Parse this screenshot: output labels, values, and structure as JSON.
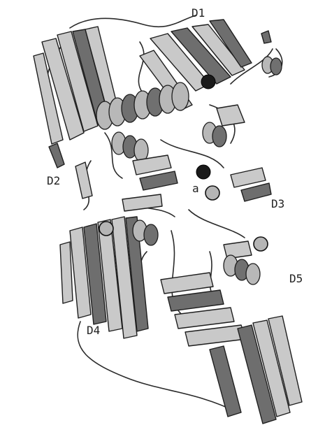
{
  "figure": {
    "domain_labels": {
      "d1": "D1",
      "d2": "D2",
      "d3": "D3",
      "d4": "D4",
      "d5": "D5"
    },
    "site_label": "a",
    "colors": {
      "ribbon_light": "#c9c9c9",
      "ribbon_dark": "#6e6e6e",
      "outline": "#1e1e1e",
      "ion_dark": "#1a1a1a",
      "ion_light": "#b5b5b5"
    }
  }
}
